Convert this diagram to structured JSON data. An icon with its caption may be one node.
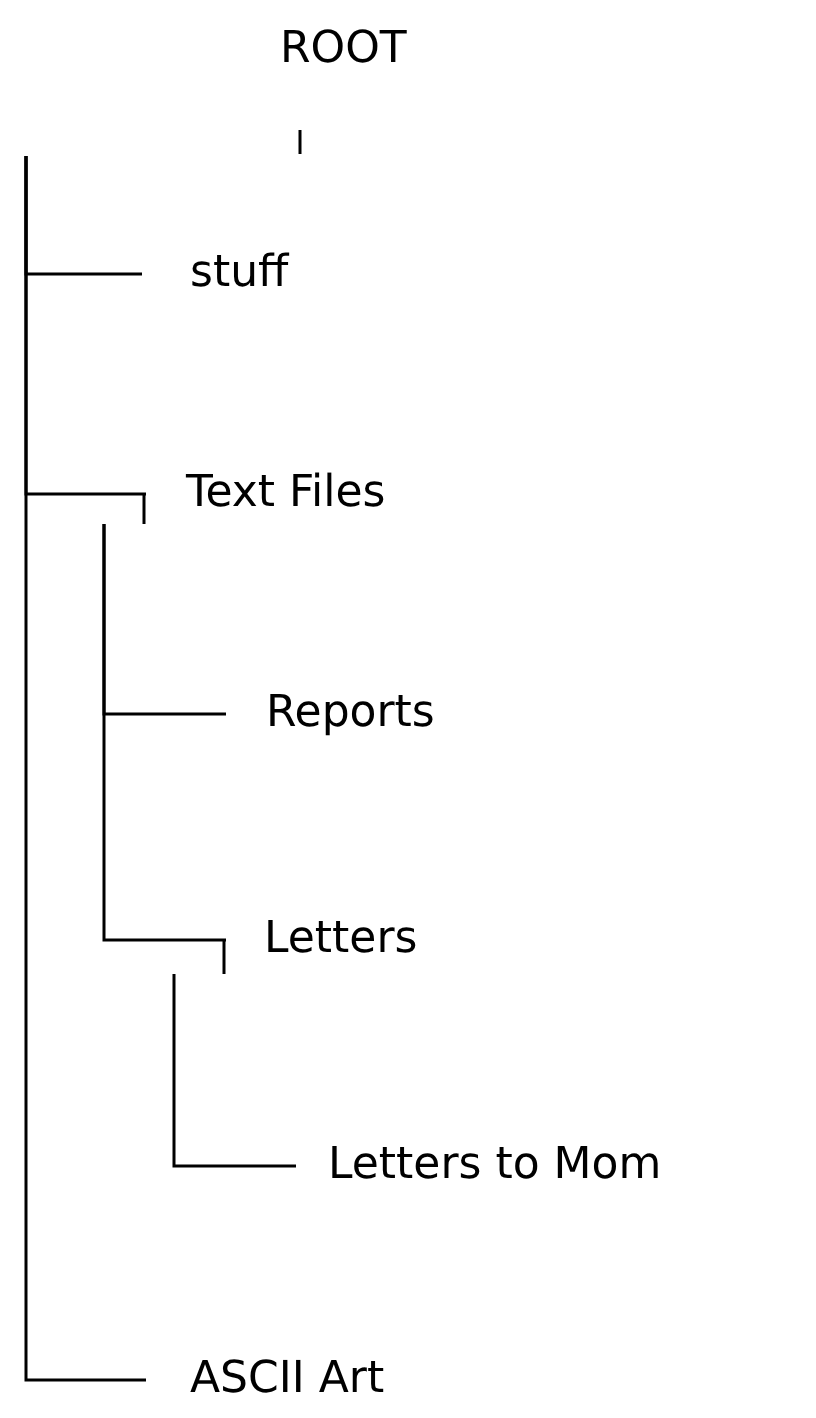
{
  "diagram": {
    "nodes": [
      {
        "text": [
          "ROOT"
        ]
      },
      {
        "text": [
          "stuff"
        ]
      },
      {
        "text": [
          "Text Files"
        ]
      },
      {
        "text": [
          "Reports"
        ]
      },
      {
        "text": [
          "Letters"
        ]
      },
      {
        "text": [
          "Letters to Mom"
        ]
      },
      {
        "text": [
          "ASCII Art"
        ]
      }
    ],
    "edges": [
      {
        "from": null,
        "to": 1,
        "arrow": "none"
      },
      {
        "from": null,
        "to": 2,
        "arrow": "none"
      },
      {
        "from": 2,
        "to": 3,
        "arrow": "none"
      },
      {
        "from": 2,
        "to": 4,
        "arrow": "none"
      },
      {
        "from": 4,
        "to": 5,
        "arrow": "none"
      },
      {
        "from": null,
        "to": 6,
        "arrow": "none"
      }
    ]
  }
}
